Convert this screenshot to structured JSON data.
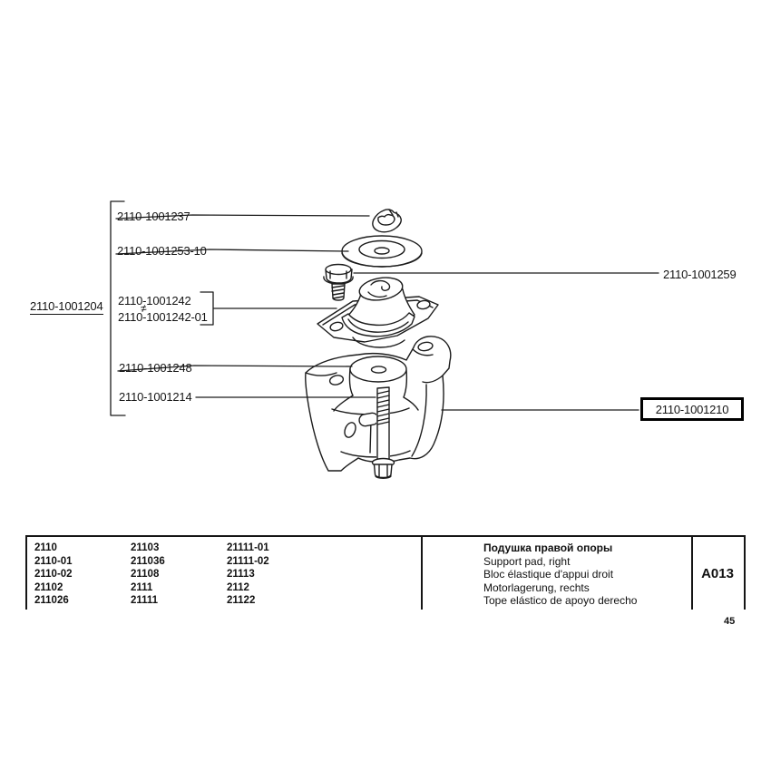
{
  "page": {
    "number": "45"
  },
  "diagram": {
    "group_label": "2110-1001204",
    "interchange_symbol": "≠",
    "callouts": [
      {
        "label": "2110-1001237",
        "superseded": true,
        "highlighted": false
      },
      {
        "label": "2110-1001253-10",
        "superseded": true,
        "highlighted": false
      },
      {
        "label": "2110-1001259",
        "superseded": false,
        "highlighted": false
      },
      {
        "label": "2110-1001242",
        "superseded": false,
        "highlighted": false
      },
      {
        "label": "2110-1001242-01",
        "superseded": false,
        "highlighted": false
      },
      {
        "label": "2110-1001248",
        "superseded": true,
        "highlighted": false
      },
      {
        "label": "2110-1001214",
        "superseded": false,
        "highlighted": false
      },
      {
        "label": "2110-1001210",
        "superseded": false,
        "highlighted": true
      }
    ]
  },
  "table": {
    "applicability_columns": [
      [
        "2110",
        "2110-01",
        "2110-02",
        "21102",
        "211026"
      ],
      [
        "21103",
        "211036",
        "21108",
        "2111",
        "21111"
      ],
      [
        "21111-01",
        "21111-02",
        "21113",
        "2112",
        "21122"
      ]
    ],
    "descriptions": {
      "ru": "Подушка правой опоры",
      "en": "Support pad, right",
      "fr": "Bloc élastique d'appui droit",
      "de": "Motorlagerung, rechts",
      "es": "Tope elástico de apoyo derecho"
    },
    "section_code": "A013"
  }
}
